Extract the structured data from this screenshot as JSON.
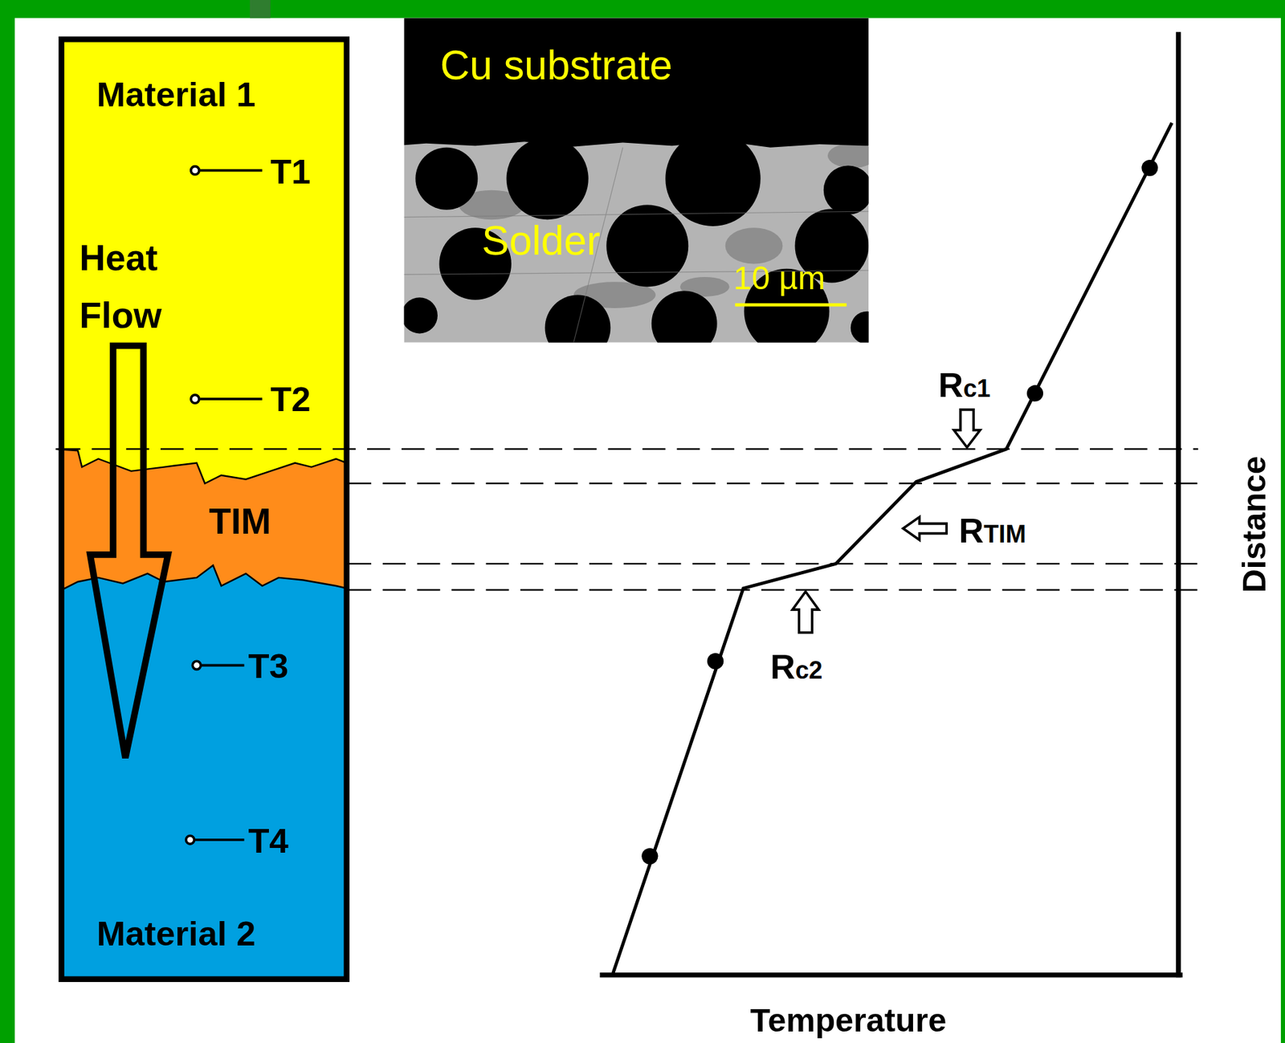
{
  "diagram": {
    "nodes": [
      {
        "text": [
          "Material 1"
        ]
      },
      {
        "text": [
          "Cu substrate"
        ]
      },
      {
        "text": [
          "Solder"
        ]
      },
      {
        "text": [
          "TIM"
        ]
      },
      {
        "text": [
          "Material 2"
        ]
      }
    ],
    "labels": [
      "T1",
      "Heat Flow",
      "T2",
      "10 µm",
      "Rc1",
      "RTIM",
      "T3",
      "Rc2",
      "T4",
      "Distance",
      "Temperature"
    ]
  }
}
